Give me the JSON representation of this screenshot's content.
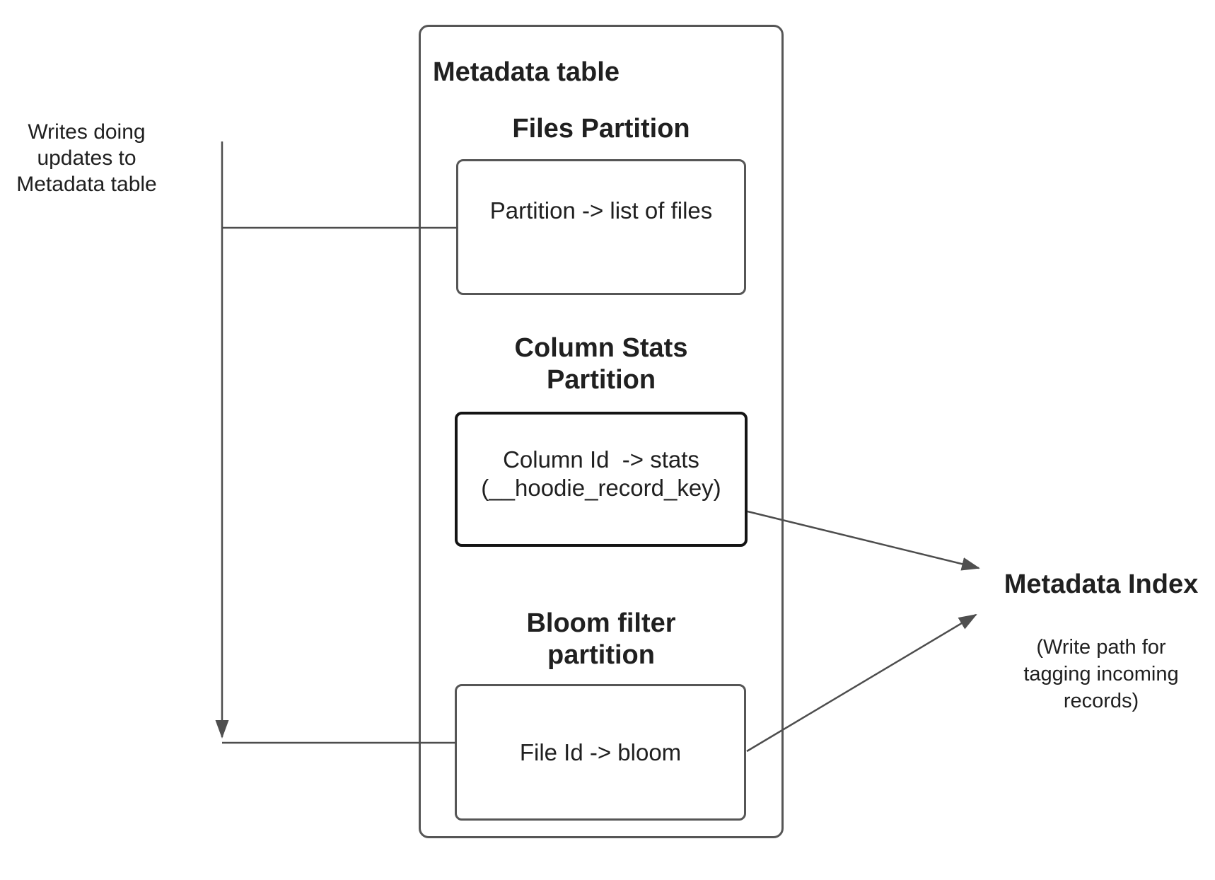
{
  "diagram": {
    "left_note": "Writes doing\nupdates to\nMetadata table",
    "metadata_table": {
      "title": "Metadata table",
      "files_section": {
        "heading": "Files Partition",
        "mapping": "Partition -> list of files"
      },
      "column_stats_section": {
        "heading": "Column Stats\nPartition",
        "mapping": "Column Id  -> stats\n(__hoodie_record_key)"
      },
      "bloom_section": {
        "heading": "Bloom filter\npartition",
        "mapping": "File Id -> bloom"
      }
    },
    "metadata_index": {
      "title": "Metadata Index",
      "subtitle": "(Write path for\ntagging incoming\nrecords)"
    },
    "colors": {
      "box_border": "#565656",
      "emphasis_border": "#141414",
      "connector": "#4d4d4d",
      "text": "#202020"
    }
  }
}
